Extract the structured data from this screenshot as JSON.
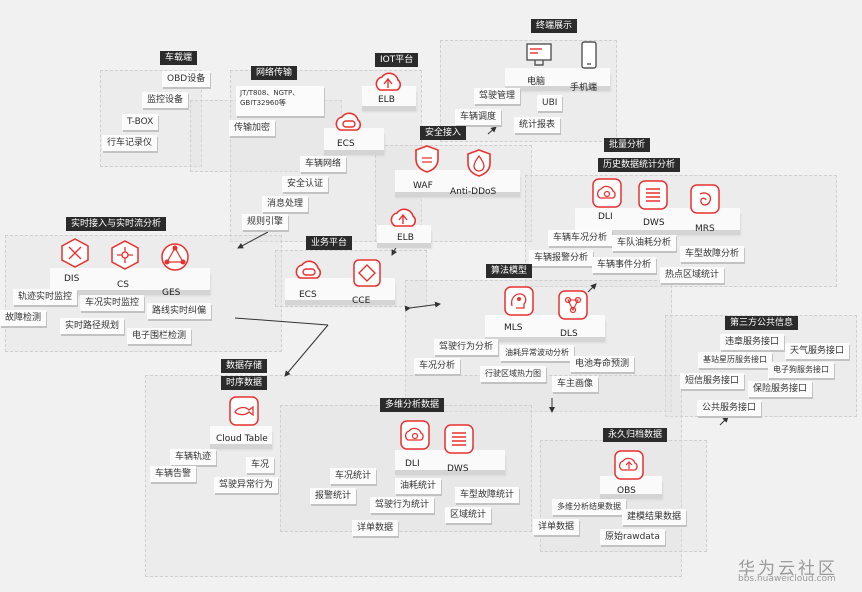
{
  "colors": {
    "accent": "#e8312f",
    "label_bg": "#2b2b2b",
    "platform": "#e2e2e2"
  },
  "vehicle": {
    "title": "车载端",
    "items": [
      "OBD设备",
      "监控设备",
      "T-BOX",
      "行车记录仪"
    ]
  },
  "network": {
    "title": "网络传输",
    "protocol": "JT/T808、NGTP、GBIT32960等",
    "encrypt": "传输加密"
  },
  "iot": {
    "title": "IOT平台",
    "elb": "ELB",
    "ecs": "ECS",
    "items": [
      "车辆网络",
      "安全认证",
      "消息处理",
      "规则引擎"
    ]
  },
  "terminal": {
    "title": "终端展示",
    "devices": [
      "电脑",
      "手机端"
    ],
    "items": [
      "驾驶管理",
      "UBI",
      "车辆调度",
      "统计报表"
    ]
  },
  "security": {
    "title": "安全接入",
    "waf": "WAF",
    "ddos": "Anti-DDoS",
    "elb": "ELB"
  },
  "batch": {
    "title": "批量分析",
    "subtitle": "历史数据统计分析",
    "nodes": [
      "DLI",
      "DWS",
      "MRS"
    ],
    "items": [
      "车辆车况分析",
      "车队油耗分析",
      "车型故障分析",
      "车辆报警分析",
      "车辆事件分析",
      "热点区域统计"
    ]
  },
  "realtime": {
    "title": "实时接入与实时流分析",
    "nodes": [
      "DIS",
      "CS",
      "GES"
    ],
    "items": [
      "轨迹实时监控",
      "车况实时监控",
      "路线实时纠偏",
      "故障检测",
      "实时路径规划",
      "电子围栏检测"
    ]
  },
  "business": {
    "title": "业务平台",
    "nodes": [
      "ECS",
      "CCE"
    ]
  },
  "algo": {
    "title": "算法模型",
    "nodes": [
      "MLS",
      "DLS"
    ],
    "items": [
      "驾驶行为分析",
      "油耗异常波动分析",
      "电池寿命预测",
      "车况分析",
      "行驶区域热力图",
      "车主画像"
    ]
  },
  "third": {
    "title": "第三方公共信息",
    "items": [
      "违章服务接口",
      "天气服务接口",
      "基站星历服务接口",
      "电子狗服务接口",
      "短信服务接口",
      "保险服务接口",
      "公共服务接口"
    ]
  },
  "storage": {
    "title": "数据存储",
    "ts_title": "时序数据",
    "ts_node": "Cloud Table",
    "ts_items": [
      "车辆轨迹",
      "车况",
      "车辆告警",
      "驾驶异常行为"
    ]
  },
  "multi": {
    "title": "多维分析数据",
    "nodes": [
      "DLI",
      "DWS"
    ],
    "items": [
      "车况统计",
      "油耗统计",
      "车型故障统计",
      "报警统计",
      "驾驶行为统计",
      "区域统计",
      "详单数据"
    ]
  },
  "archive": {
    "title": "永久归档数据",
    "node": "OBS",
    "items": [
      "多维分析结果数据",
      "建模结果数据",
      "详单数据",
      "原始rawdata"
    ]
  },
  "watermark": {
    "title": "华为云社区",
    "url": "bbs.huaweicloud.com"
  }
}
